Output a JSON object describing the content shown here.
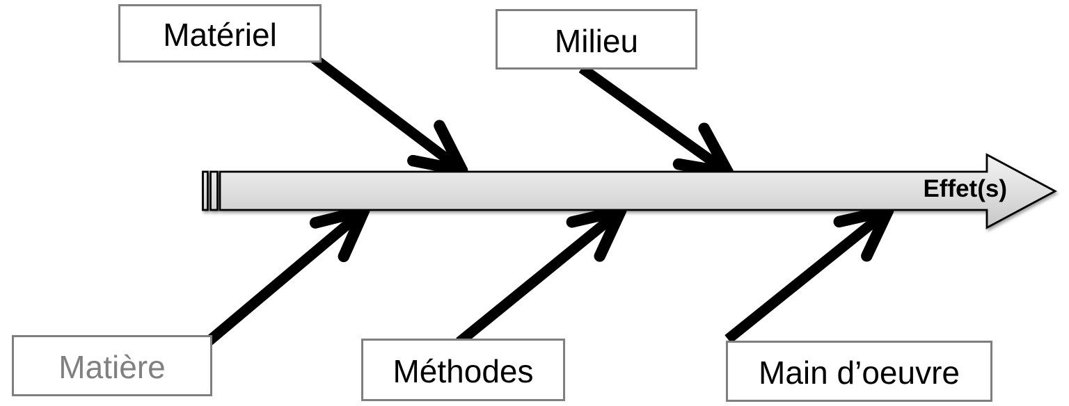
{
  "diagram_type": "fishbone-5M",
  "effect": {
    "label": "Effet(s)"
  },
  "causes": {
    "top": [
      {
        "label": "Matériel",
        "color": "#000000"
      },
      {
        "label": "Milieu",
        "color": "#000000"
      }
    ],
    "bottom": [
      {
        "label": "Matière",
        "color": "#808080"
      },
      {
        "label": "Méthodes",
        "color": "#000000"
      },
      {
        "label": "Main d’oeuvre",
        "color": "#000000"
      }
    ]
  },
  "colors": {
    "background": "#ffffff",
    "arrow_black": "#000000",
    "spine_outline": "#000000",
    "spine_fill_top": "#f2f2f2",
    "spine_fill_mid": "#dfdfdf",
    "spine_fill_bottom": "#c6c6c6",
    "box_fill": "#ffffff",
    "box_border": "#7f7f7f",
    "text_black": "#000000",
    "text_gray": "#808080"
  }
}
